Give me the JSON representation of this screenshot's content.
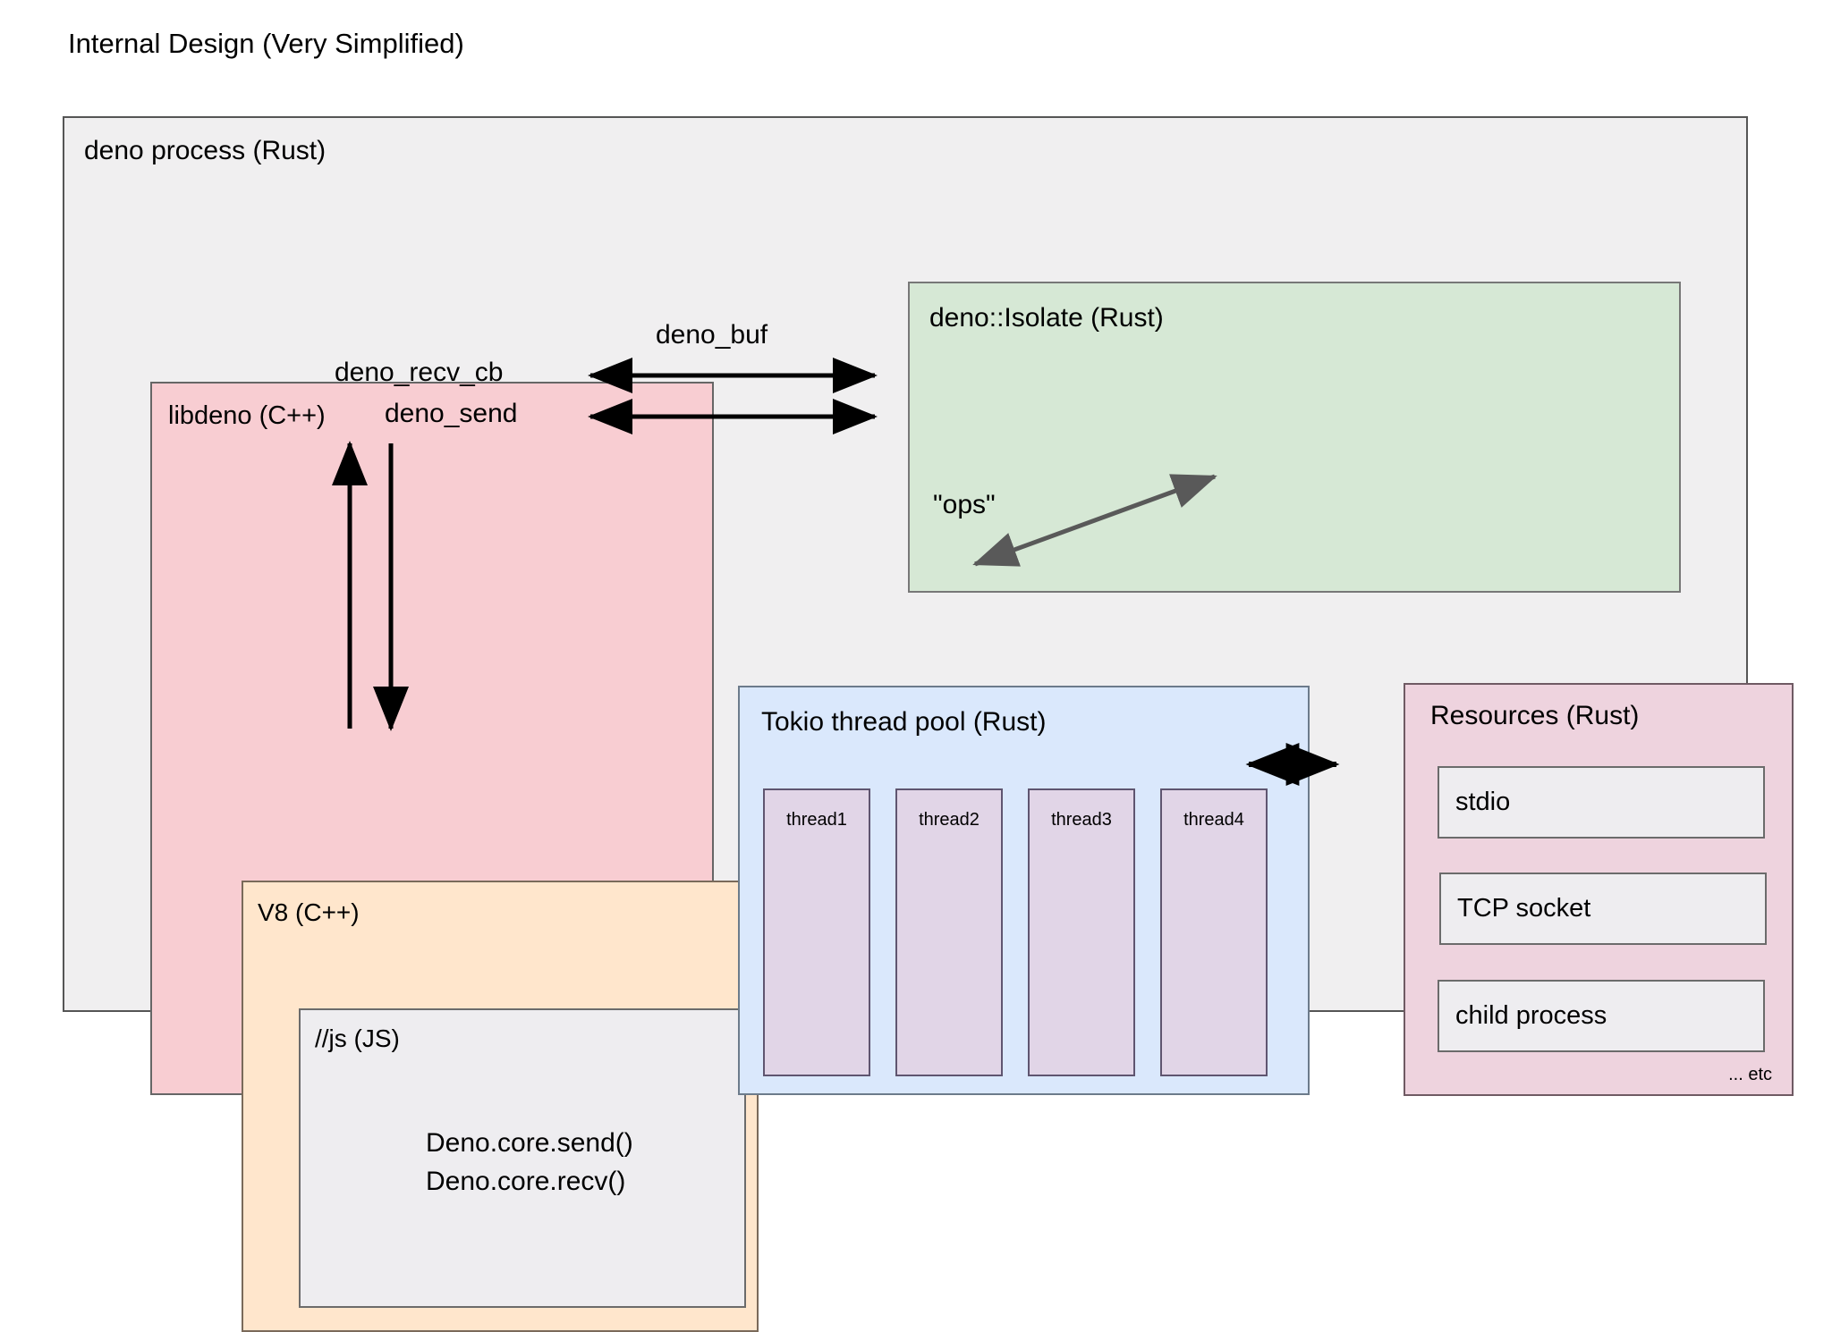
{
  "title": "Internal Design (Very Simplified)",
  "diagram": {
    "outer": {
      "label": "deno process (Rust)"
    },
    "libdeno": {
      "label": "libdeno (C++)"
    },
    "v8": {
      "label": "V8 (C++)"
    },
    "js": {
      "label": "//js (JS)",
      "calls": "Deno.core.send()\nDeno.core.recv()"
    },
    "isolate": {
      "label": "deno::Isolate (Rust)"
    },
    "tokio": {
      "label": "Tokio thread pool (Rust)",
      "threads": [
        "thread1",
        "thread2",
        "thread3",
        "thread4"
      ]
    },
    "resources": {
      "label": "Resources (Rust)",
      "items": [
        "stdio",
        "TCP socket",
        "child process"
      ],
      "etc": "... etc"
    },
    "edges": {
      "deno_recv_cb": "deno_recv_cb",
      "deno_send": "deno_send",
      "deno_buf": "deno_buf",
      "ops": "\"ops\""
    }
  },
  "colors": {
    "libdeno": "#f8cdd2",
    "v8": "#ffe6cc",
    "js": "#eeedf0",
    "isolate": "#d6e8d5",
    "tokio": "#dae8fc",
    "thread": "#e1d5e7",
    "resources": "#eed3de",
    "outer": "#f0eff0",
    "arrow_black": "#000000",
    "arrow_gray": "#595959"
  }
}
